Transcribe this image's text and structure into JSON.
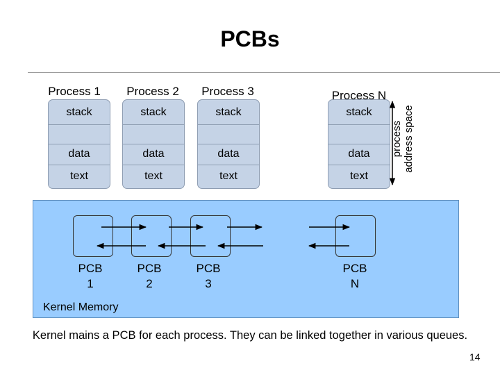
{
  "title": "PCBs",
  "processes": [
    {
      "label": "Process 1",
      "segments": [
        "stack",
        "",
        "data",
        "text"
      ],
      "pcb": [
        "PCB",
        "1"
      ]
    },
    {
      "label": "Process 2",
      "segments": [
        "stack",
        "",
        "data",
        "text"
      ],
      "pcb": [
        "PCB",
        "2"
      ]
    },
    {
      "label": "Process 3",
      "segments": [
        "stack",
        "",
        "data",
        "text"
      ],
      "pcb": [
        "PCB",
        "3"
      ]
    },
    {
      "label": "Process N",
      "segments": [
        "stack",
        "",
        "data",
        "text"
      ],
      "pcb": [
        "PCB",
        "N"
      ]
    }
  ],
  "address_space_label": [
    "process",
    "address space"
  ],
  "kernel_label": "Kernel Memory",
  "caption": "Kernel mains a PCB for each process. They can be linked together in various queues.",
  "page_number": "14",
  "colors": {
    "address_space_fill": "#c5d3e6",
    "kernel_fill": "#99ccff",
    "arrow": "#000000"
  }
}
